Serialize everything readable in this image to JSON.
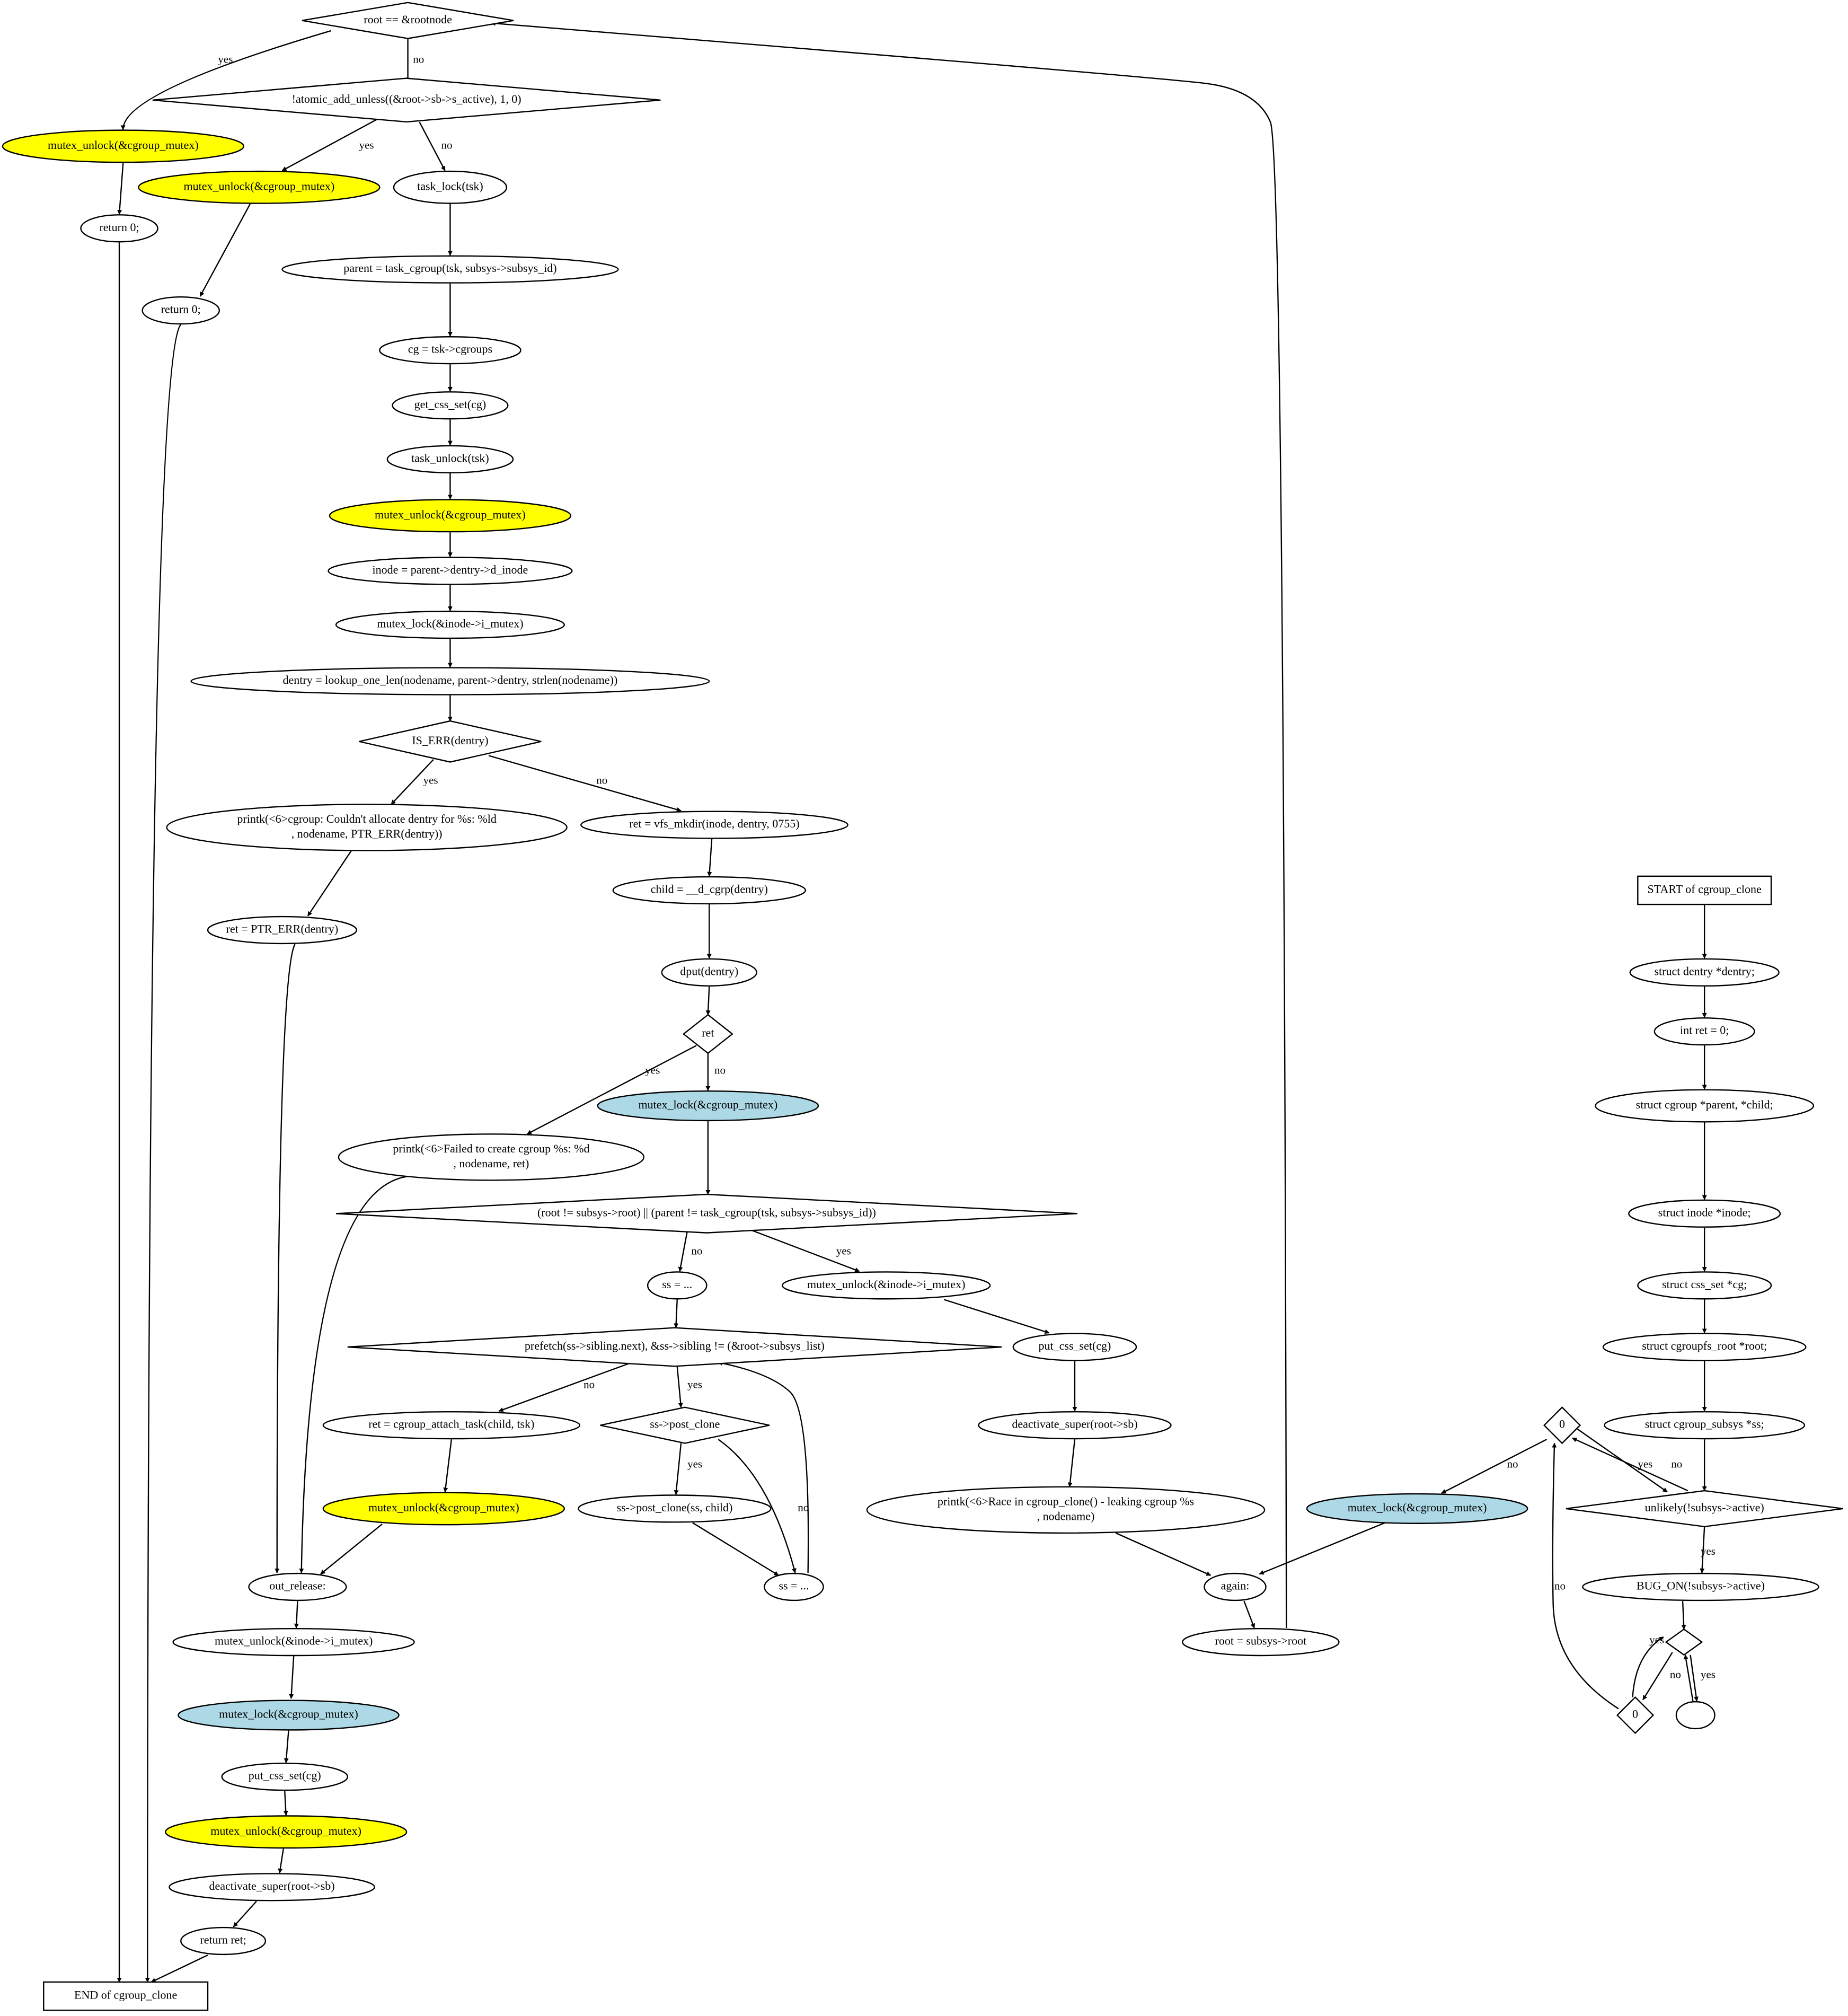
{
  "diagram": {
    "colors": {
      "background": "#ffffff",
      "stroke": "#000000",
      "text": "#000000",
      "unlock_fill": "#ffff00",
      "lock_fill": "#add8e6"
    },
    "nodes": {
      "n_root_eq": "root == &rootnode",
      "n_mu1": "mutex_unlock(&cgroup_mutex)",
      "n_ret0a": "return 0;",
      "n_atomic": "!atomic_add_unless((&root->sb->s_active), 1, 0)",
      "n_mu2": "mutex_unlock(&cgroup_mutex)",
      "n_ret0b": "return 0;",
      "n_tlock": "task_lock(tsk)",
      "n_parent": "parent = task_cgroup(tsk, subsys->subsys_id)",
      "n_cg": "cg = tsk->cgroups",
      "n_getcss": "get_css_set(cg)",
      "n_tunlock": "task_unlock(tsk)",
      "n_mu3": "mutex_unlock(&cgroup_mutex)",
      "n_inode": "inode = parent->dentry->d_inode",
      "n_ilock": "mutex_lock(&inode->i_mutex)",
      "n_dentry": "dentry = lookup_one_len(nodename, parent->dentry, strlen(nodename))",
      "n_iserr": "IS_ERR(dentry)",
      "n_printk1": [
        "printk(<6>cgroup: Couldn't allocate dentry for %s: %ld",
        ", nodename, PTR_ERR(dentry))"
      ],
      "n_ptrerr": "ret = PTR_ERR(dentry)",
      "n_mkdir": "ret = vfs_mkdir(inode, dentry, 0755)",
      "n_child": "child = __d_cgrp(dentry)",
      "n_dput": "dput(dentry)",
      "n_ret": "ret",
      "n_ml1": "mutex_lock(&cgroup_mutex)",
      "n_printk2": [
        "printk(<6>Failed to create cgroup %s: %d",
        ", nodename, ret)"
      ],
      "n_rootcmp": "(root != subsys->root) || (parent != task_cgroup(tsk, subsys->subsys_id))",
      "n_ss1": "ss = ...",
      "n_iunlock1": "mutex_unlock(&inode->i_mutex)",
      "n_prefetch": "prefetch(ss->sibling.next), &ss->sibling != (&root->subsys_list)",
      "n_putcss1": "put_css_set(cg)",
      "n_attach": "ret = cgroup_attach_task(child, tsk)",
      "n_postclone": "ss->post_clone",
      "n_deact1": "deactivate_super(root->sb)",
      "n_mu4": "mutex_unlock(&cgroup_mutex)",
      "n_postclonecall": "ss->post_clone(ss, child)",
      "n_printk3": [
        "printk(<6>Race in cgroup_clone() - leaking cgroup %s",
        ", nodename)"
      ],
      "n_mlb": "mutex_lock(&cgroup_mutex)",
      "n_outrel": "out_release:",
      "n_ss2": "ss = ...",
      "n_again": "again:",
      "n_rootsub": "root = subsys->root",
      "n_iunlock2": "mutex_unlock(&inode->i_mutex)",
      "n_ml2": "mutex_lock(&cgroup_mutex)",
      "n_putcss2": "put_css_set(cg)",
      "n_mu5": "mutex_unlock(&cgroup_mutex)",
      "n_deact2": "deactivate_super(root->sb)",
      "n_retret": "return ret;",
      "n_end": "END of cgroup_clone",
      "n_start": "START of cgroup_clone",
      "n_decl1": "struct dentry *dentry;",
      "n_decl2": "int ret = 0;",
      "n_decl3": "struct cgroup *parent, *child;",
      "n_decl4": "struct inode *inode;",
      "n_decl5": "struct css_set *cg;",
      "n_decl6": "struct cgroupfs_root *root;",
      "n_decl7": "struct cgroup_subsys *ss;",
      "n_zero1": "0",
      "n_unlikely": "unlikely(!subsys->active)",
      "n_bugon": "BUG_ON(!subsys->active)",
      "n_dsmall": "",
      "n_zero2": "0",
      "n_empty": ""
    },
    "edge_labels": {
      "yes": "yes",
      "no": "no"
    }
  }
}
